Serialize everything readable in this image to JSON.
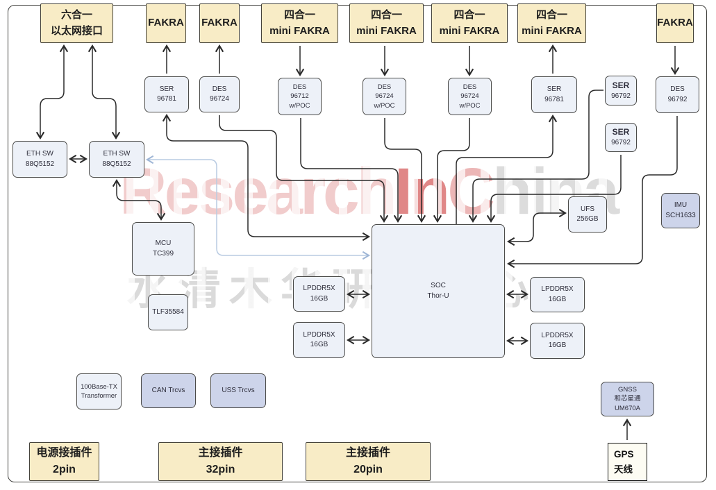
{
  "watermark": {
    "brand_part1": "Research",
    "brand_part2": "In",
    "brand_part3": "C",
    "brand_part4": "hina",
    "chinese": "水清木华研究中心",
    "brand_color": "#c41818",
    "chinese_color": "#a8a8a8"
  },
  "colors": {
    "connector_fill": "#f8ecc6",
    "chip_fill": "#edf1f8",
    "lavender_fill": "#cdd4ea",
    "gps_fill": "#fdfcf3",
    "wire": "#2a2a2a",
    "blue_wire": "#b9cbe2",
    "outline": "#3f3f3c"
  },
  "nodes": [
    {
      "id": "conn-eth-6in1",
      "kind": "conn",
      "lines": [
        "六合一",
        "以太网接口"
      ]
    },
    {
      "id": "conn-fakra-1",
      "kind": "conn",
      "lines": [
        "FAKRA"
      ]
    },
    {
      "id": "conn-fakra-2",
      "kind": "conn",
      "lines": [
        "FAKRA"
      ]
    },
    {
      "id": "conn-minifakra-1",
      "kind": "conn",
      "lines": [
        "四合一",
        "mini FAKRA"
      ]
    },
    {
      "id": "conn-minifakra-2",
      "kind": "conn",
      "lines": [
        "四合一",
        "mini FAKRA"
      ]
    },
    {
      "id": "conn-minifakra-3",
      "kind": "conn",
      "lines": [
        "四合一",
        "mini FAKRA"
      ]
    },
    {
      "id": "conn-minifakra-4",
      "kind": "conn",
      "lines": [
        "四合一",
        "mini FAKRA"
      ]
    },
    {
      "id": "conn-fakra-3",
      "kind": "conn",
      "lines": [
        "FAKRA"
      ]
    },
    {
      "id": "chip-ser96781-left",
      "kind": "chip",
      "lines": [
        "SER",
        "96781"
      ]
    },
    {
      "id": "chip-des96724",
      "kind": "chip",
      "lines": [
        "DES",
        "96724"
      ]
    },
    {
      "id": "chip-des96712-poc",
      "kind": "chip small",
      "lines": [
        "DES",
        "96712",
        "w/POC"
      ]
    },
    {
      "id": "chip-des96724-poc-1",
      "kind": "chip small",
      "lines": [
        "DES",
        "96724",
        "w/POC"
      ]
    },
    {
      "id": "chip-des96724-poc-2",
      "kind": "chip small",
      "lines": [
        "DES",
        "96724",
        "w/POC"
      ]
    },
    {
      "id": "chip-ser96781-right",
      "kind": "chip",
      "lines": [
        "SER",
        "96781"
      ]
    },
    {
      "id": "chip-ser96792-a",
      "kind": "chip chipb",
      "lines": [
        "SER",
        "96792"
      ]
    },
    {
      "id": "chip-ser96792-b",
      "kind": "chip chipb",
      "lines": [
        "SER",
        "96792"
      ]
    },
    {
      "id": "chip-des96792",
      "kind": "chip",
      "lines": [
        "DES",
        "96792"
      ]
    },
    {
      "id": "chip-ethsw-left",
      "kind": "chip",
      "lines": [
        "ETH SW",
        "88Q5152"
      ]
    },
    {
      "id": "chip-ethsw-right",
      "kind": "chip",
      "lines": [
        "ETH SW",
        "88Q5152"
      ]
    },
    {
      "id": "chip-mcu",
      "kind": "chip",
      "lines": [
        "MCU",
        "TC399"
      ]
    },
    {
      "id": "chip-tlf35584",
      "kind": "chip",
      "lines": [
        "TLF35584"
      ]
    },
    {
      "id": "chip-soc",
      "kind": "chip",
      "lines": [
        "SOC",
        "Thor-U"
      ]
    },
    {
      "id": "chip-lpddr5x-1",
      "kind": "chip",
      "lines": [
        "LPDDR5X",
        "16GB"
      ]
    },
    {
      "id": "chip-lpddr5x-2",
      "kind": "chip",
      "lines": [
        "LPDDR5X",
        "16GB"
      ]
    },
    {
      "id": "chip-lpddr5x-3",
      "kind": "chip",
      "lines": [
        "LPDDR5X",
        "16GB"
      ]
    },
    {
      "id": "chip-lpddr5x-4",
      "kind": "chip",
      "lines": [
        "LPDDR5X",
        "16GB"
      ]
    },
    {
      "id": "chip-ufs",
      "kind": "chip",
      "lines": [
        "UFS",
        "256GB"
      ]
    },
    {
      "id": "chip-imu",
      "kind": "chip lav",
      "lines": [
        "IMU",
        "SCH1633"
      ]
    },
    {
      "id": "chip-transformer",
      "kind": "chip small",
      "lines": [
        "100Base-TX",
        "Transformer"
      ]
    },
    {
      "id": "chip-can-trcvs",
      "kind": "chip lav",
      "lines": [
        "CAN Trcvs"
      ]
    },
    {
      "id": "chip-uss-trcvs",
      "kind": "chip lav",
      "lines": [
        "USS Trcvs"
      ]
    },
    {
      "id": "chip-gnss",
      "kind": "chip lav small",
      "lines": [
        "GNSS",
        "和芯星通",
        "UM670A"
      ]
    },
    {
      "id": "conn-power-2pin",
      "kind": "conn bconn",
      "lines": [
        "电源接插件",
        "2pin"
      ]
    },
    {
      "id": "conn-main-32pin",
      "kind": "conn bconn",
      "lines": [
        "主接插件",
        "32pin"
      ]
    },
    {
      "id": "conn-main-20pin",
      "kind": "conn bconn",
      "lines": [
        "主接插件",
        "20pin"
      ]
    },
    {
      "id": "gps-antenna",
      "kind": "gps",
      "lines": [
        "GPS",
        "天线"
      ]
    }
  ]
}
